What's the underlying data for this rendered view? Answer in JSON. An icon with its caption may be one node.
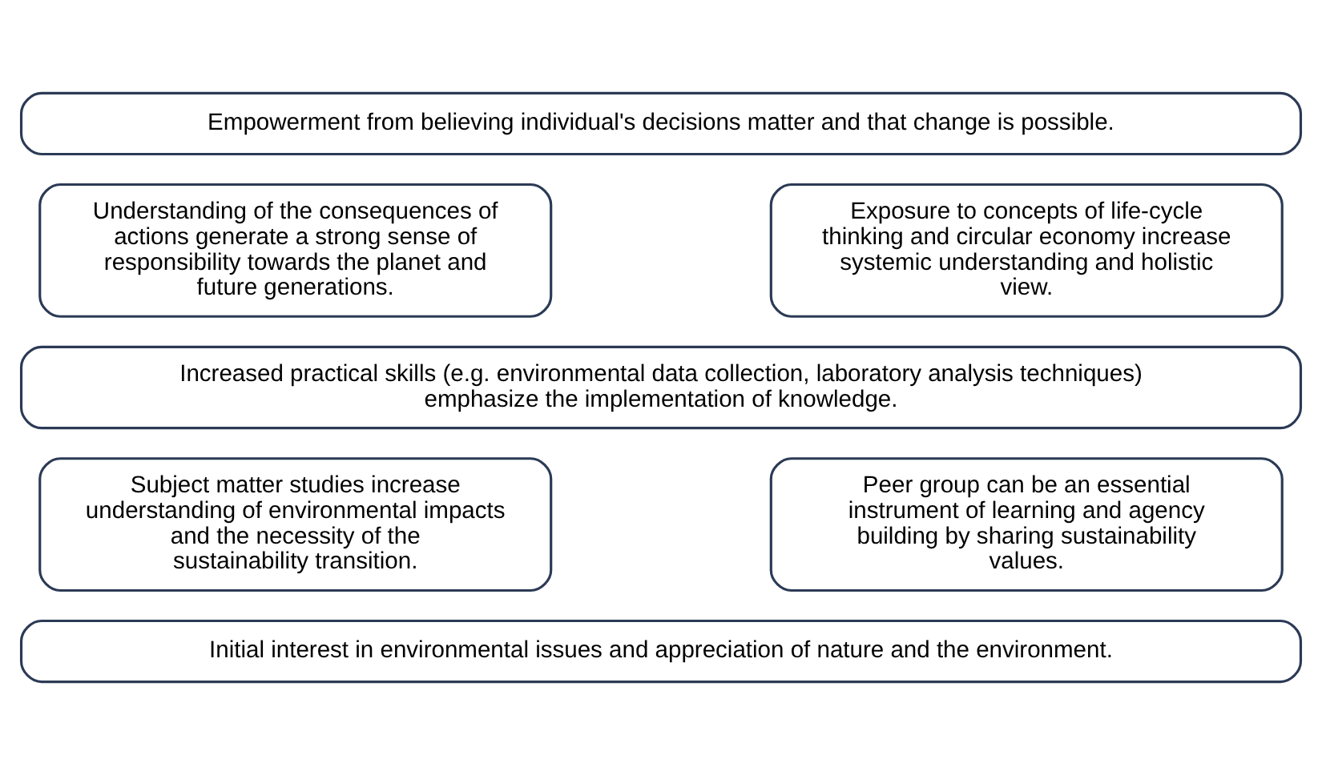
{
  "diagram": {
    "nodes": [
      {
        "text": [
          "Empowerment from believing individual's decisions matter and that change is possible."
        ]
      },
      {
        "text": [
          "Understanding of the consequences of actions generate a strong sense of responsibility towards the planet and future generations."
        ]
      },
      {
        "text": [
          "Exposure to concepts of life-cycle thinking and circular economy increase systemic understanding and holistic view."
        ]
      },
      {
        "text": [
          "Increased practical skills (e.g. environmental data collection, laboratory analysis techniques) emphasize the implementation of knowledge."
        ]
      },
      {
        "text": [
          "Subject matter studies increase understanding of environmental impacts and the necessity of the sustainability transition."
        ]
      },
      {
        "text": [
          "Peer group can be an essential instrument of learning and agency building by sharing sustainability values."
        ]
      },
      {
        "text": [
          "Initial interest in environmental issues and appreciation of nature and the environment."
        ]
      }
    ],
    "edges": []
  }
}
